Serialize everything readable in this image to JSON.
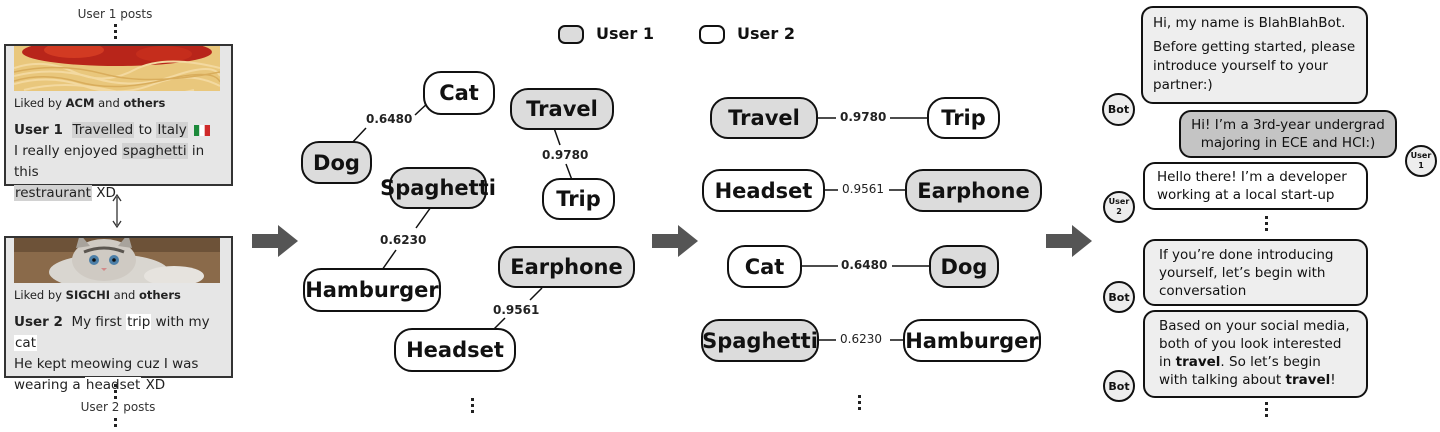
{
  "posts": {
    "top_caption": "User 1 posts",
    "bottom_caption": "User 2 posts",
    "user1": {
      "liked_prefix": "Liked by",
      "liked_user": "ACM",
      "liked_and": "and",
      "liked_others": "others",
      "author": "User 1",
      "w1": "Travelled",
      "w2": "to",
      "w3": "Italy",
      "line2_a": "I really enjoyed",
      "line2_b": "spaghetti",
      "line2_c": "in this",
      "line3_a": "restraurant",
      "line3_b": "XD"
    },
    "user2": {
      "liked_prefix": "Liked by",
      "liked_user": "SIGCHI",
      "liked_and": "and",
      "liked_others": "others",
      "author": "User 2",
      "w1": "My first",
      "w2": "trip",
      "w3": "with my",
      "w4": "cat",
      "line2": "He kept meowing cuz I was",
      "line3_a": "wearing a",
      "line3_b": "headset",
      "line3_c": "XD"
    }
  },
  "legend": {
    "user1": "User 1",
    "user2": "User 2"
  },
  "graph": {
    "nodes": {
      "cat": "Cat",
      "dog": "Dog",
      "travel": "Travel",
      "trip": "Trip",
      "spaghetti": "Spaghetti",
      "hamburger": "Hamburger",
      "earphone": "Earphone",
      "headset": "Headset"
    },
    "weights": {
      "cat_dog": "0.6480",
      "travel_trip": "0.9780",
      "spaghetti_hamburger": "0.6230",
      "earphone_headset": "0.9561"
    }
  },
  "matches": [
    {
      "left": "Travel",
      "score": "0.9780",
      "right": "Trip"
    },
    {
      "left": "Headset",
      "score": "0.9561",
      "right": "Earphone"
    },
    {
      "left": "Cat",
      "score": "0.6480",
      "right": "Dog"
    },
    {
      "left": "Spaghetti",
      "score": "0.6230",
      "right": "Hamburger"
    }
  ],
  "chat": {
    "bot1_line1": "Hi, my name is BlahBlahBot.",
    "bot1_rest": "Before getting started, please introduce yourself to your partner:)",
    "user1_msg": "Hi! I’m a 3rd-year undergrad majoring in ECE and HCI:)",
    "user2_msg": "Hello there! I’m a developer working at a local start-up",
    "bot2": "If you’re done introducing yourself, let’s begin with conversation",
    "bot3_a": "Based on your social media, both of you look interested in",
    "bot3_b": "travel",
    "bot3_c": ". So let’s begin with talking about",
    "bot3_d": "travel",
    "bot3_e": "!",
    "avatar_bot": "Bot",
    "avatar_user1_a": "User",
    "avatar_user1_b": "1",
    "avatar_user2_a": "User",
    "avatar_user2_b": "2"
  },
  "colors": {
    "user1_fill": "#dcdcdc",
    "user2_fill": "#ffffff",
    "arrow": "#555555",
    "border": "#111111"
  }
}
